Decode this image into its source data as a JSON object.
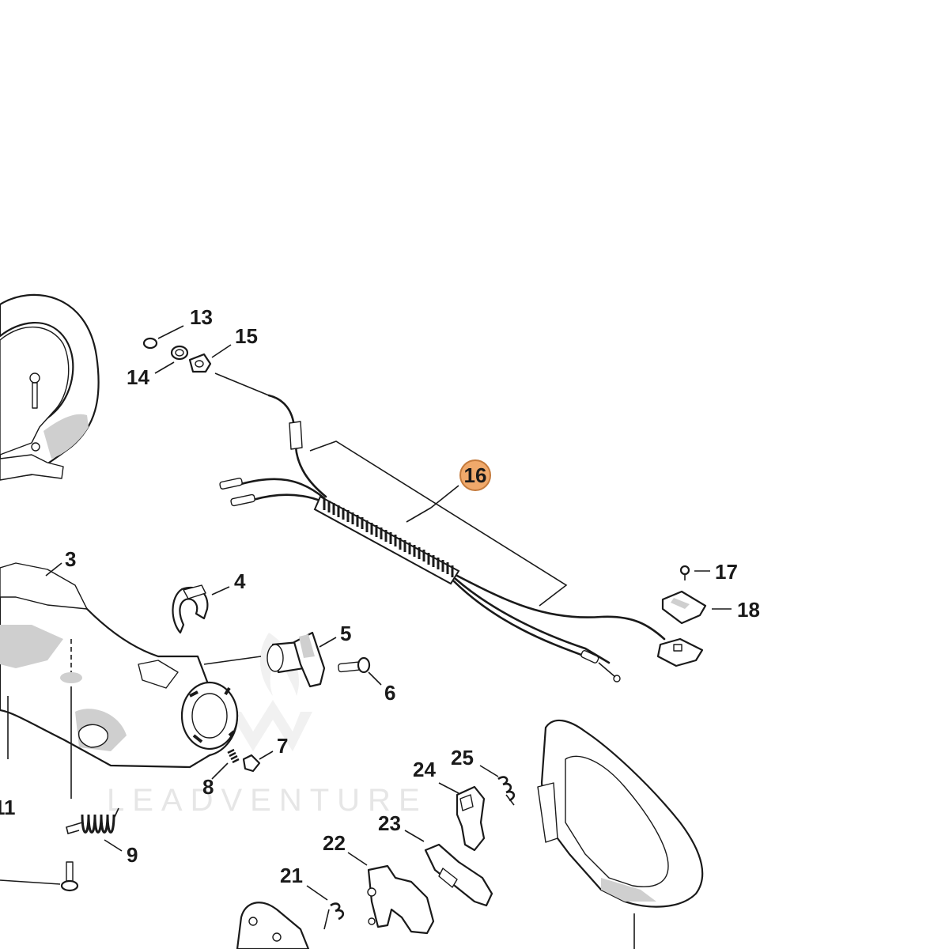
{
  "diagram": {
    "watermark": "LEADVENTURE",
    "highlight_color": "#f0a96b",
    "callouts": [
      {
        "id": "3",
        "label": "3"
      },
      {
        "id": "4",
        "label": "4"
      },
      {
        "id": "5",
        "label": "5"
      },
      {
        "id": "6",
        "label": "6"
      },
      {
        "id": "7",
        "label": "7"
      },
      {
        "id": "8",
        "label": "8"
      },
      {
        "id": "9",
        "label": "9"
      },
      {
        "id": "11",
        "label": "11"
      },
      {
        "id": "13",
        "label": "13"
      },
      {
        "id": "14",
        "label": "14"
      },
      {
        "id": "15",
        "label": "15"
      },
      {
        "id": "16",
        "label": "16",
        "highlighted": true
      },
      {
        "id": "17",
        "label": "17"
      },
      {
        "id": "18",
        "label": "18"
      },
      {
        "id": "21",
        "label": "21"
      },
      {
        "id": "22",
        "label": "22"
      },
      {
        "id": "23",
        "label": "23"
      },
      {
        "id": "24",
        "label": "24"
      },
      {
        "id": "25",
        "label": "25"
      }
    ]
  }
}
